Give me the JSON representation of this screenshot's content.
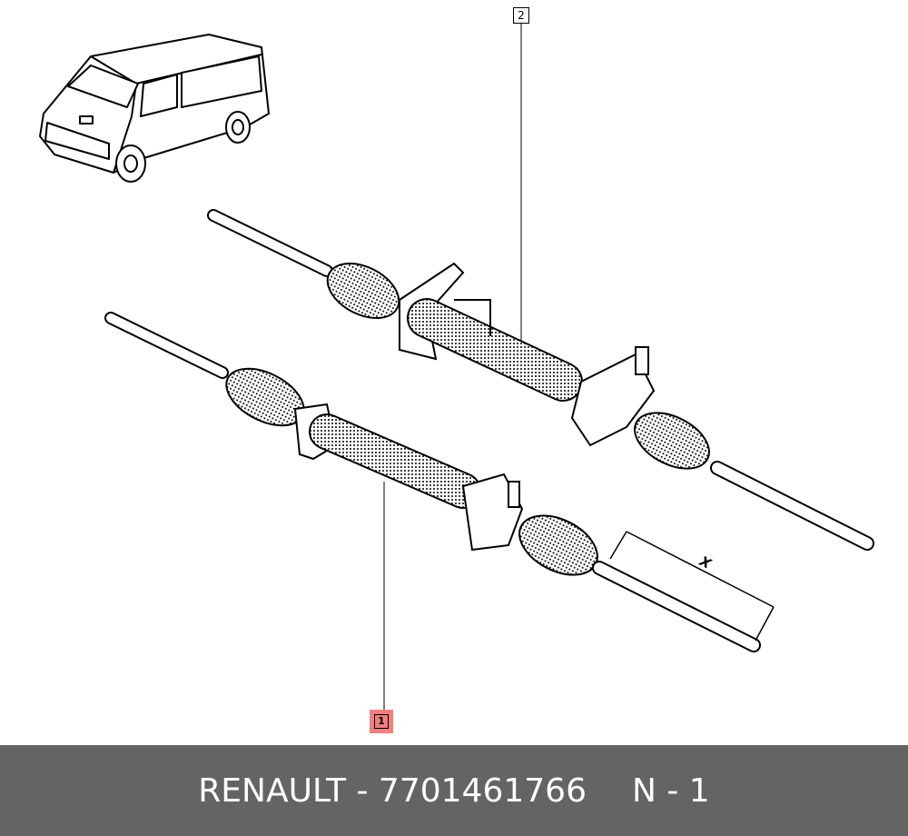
{
  "diagram": {
    "callouts": [
      {
        "label": "1",
        "highlighted": true
      },
      {
        "label": "2",
        "highlighted": false
      }
    ],
    "dimension_label": "X"
  },
  "footer": {
    "part_text": "RENAULT - 7701461766",
    "qty_text": "N - 1",
    "background": "#646464"
  }
}
